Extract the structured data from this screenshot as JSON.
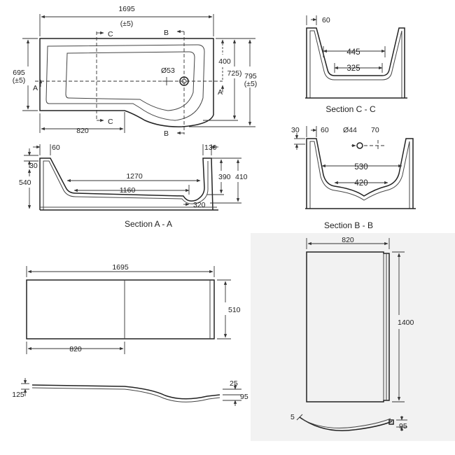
{
  "plan": {
    "length": "1695",
    "length_tol": "(±5)",
    "width_left": "695",
    "width_left_tol": "(±5)",
    "width_right": "795",
    "width_right_tol": "(±5)",
    "straight_len": "820",
    "dim_400": "400",
    "dim_725": "725)",
    "waste_dia": "Ø53",
    "label_a": "A",
    "label_b": "B",
    "label_c": "C"
  },
  "section_aa": {
    "caption": "Section A - A",
    "rim_left": "60",
    "rim_right": "130",
    "top_30": "30",
    "height": "540",
    "floor_upper": "1270",
    "floor_lower": "1160",
    "depth_390": "390",
    "depth_410": "410",
    "waste_320": "320"
  },
  "section_cc": {
    "caption": "Section C - C",
    "rim": "60",
    "top_width": "445",
    "bottom_width": "325"
  },
  "section_bb": {
    "caption": "Section B - B",
    "top_30": "30",
    "rim": "60",
    "waste_dia": "Ø44",
    "offset_70": "70",
    "top_width": "530",
    "bottom_width": "420"
  },
  "front_panel": {
    "length": "1695",
    "height": "510",
    "straight_len": "820",
    "profile_125": "125",
    "profile_25": "25",
    "profile_95": "95"
  },
  "screen": {
    "width": "820",
    "height": "1400",
    "curve_5": "5",
    "depth_95": "95"
  }
}
